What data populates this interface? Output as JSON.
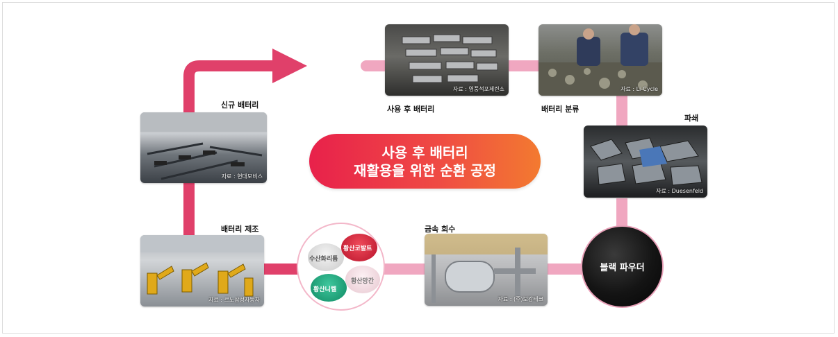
{
  "center_title": {
    "line1": "사용 후 배터리",
    "line2": "재활용을 위한 순환 공정"
  },
  "steps": {
    "new_battery": {
      "label": "신규 배터리",
      "credit": "자료 : 현대모비스"
    },
    "used_battery": {
      "label": "사용 후 배터리",
      "credit": "자료 : 영풍석포제련소"
    },
    "sorting": {
      "label": "배터리 분류",
      "credit": "자료 : Li-Cycle"
    },
    "shredding": {
      "label": "파쇄",
      "credit": "자료 : Duesenfeld"
    },
    "black_powder": {
      "label": "블랙 파우더"
    },
    "metal_recovery": {
      "label": "금속 회수",
      "credit": "자료 : (주)보강테크"
    },
    "manufacturing": {
      "label": "배터리 제조",
      "credit": "자료 : 르노삼성자동차"
    }
  },
  "materials": {
    "lithium_hydroxide": "수산화리튬",
    "cobalt_sulfate": "황산코발트",
    "nickel_sulfate": "황산니켈",
    "manganese_sulfate": "황산망간"
  },
  "colors": {
    "arrow_dark": "#e0406a",
    "line_light": "#f0a7c0",
    "pill_start": "#e8214b",
    "pill_end": "#f37a30"
  }
}
